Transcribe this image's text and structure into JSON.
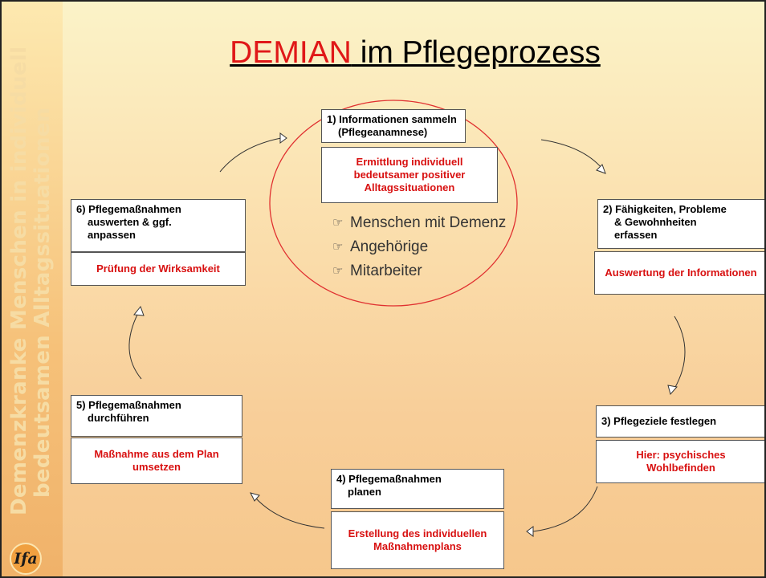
{
  "sidebar": {
    "line1": "Demenzkranke Menschen in individuell",
    "line2": "bedeutsamen Alltagssituationen",
    "logo": "Ifa"
  },
  "title": {
    "highlight": "DEMIAN",
    "rest": " im Pflegeprozess"
  },
  "steps": [
    {
      "label": "1) Informationen sammeln",
      "label2": "(Pflegeanamnese)",
      "detail": "Ermittlung individuell bedeutsamer positiver Alltagssituationen"
    },
    {
      "label": "2) Fähigkeiten, Probleme",
      "label2": "& Gewohnheiten",
      "label3": "erfassen",
      "detail": "Auswertung der Informationen"
    },
    {
      "label": "3) Pflegeziele festlegen",
      "detail": "Hier: psychisches Wohlbefinden"
    },
    {
      "label": "4) Pflegemaßnahmen",
      "label2": "planen",
      "detail": "Erstellung des individuellen Maßnahmenplans"
    },
    {
      "label": "5) Pflegemaßnahmen",
      "label2": "durchführen",
      "detail": "Maßnahme aus dem Plan umsetzen"
    },
    {
      "label": "6) Pflegemaßnahmen",
      "label2": "auswerten & ggf.",
      "label3": "anpassen",
      "detail": "Prüfung der Wirksamkeit"
    }
  ],
  "participants": [
    "Menschen mit Demenz",
    "Angehörige",
    "Mitarbeiter"
  ],
  "colors": {
    "accent": "#e01818",
    "circle": "#e03030"
  },
  "icons": {
    "bullet": "pointing-hand-icon"
  }
}
